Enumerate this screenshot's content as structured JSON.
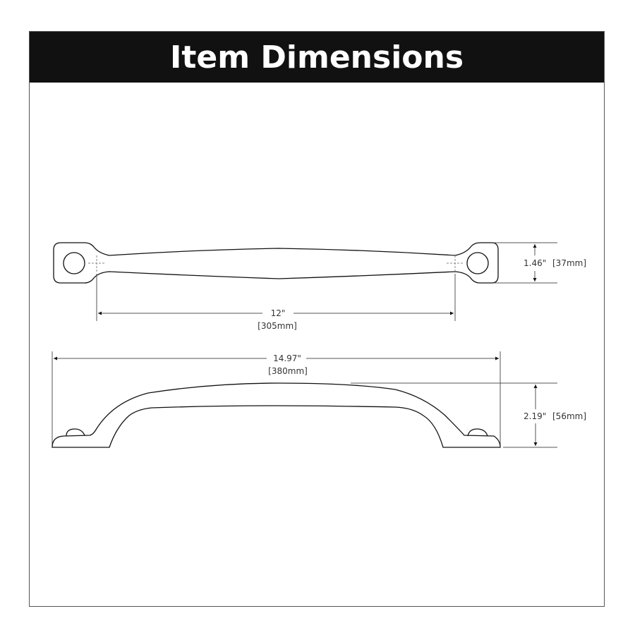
{
  "header": {
    "title": "Item Dimensions"
  },
  "top_view": {
    "height_dimension": {
      "inches": "1.46\"",
      "mm": "[37mm]"
    },
    "center_to_center_dimension": {
      "inches": "12\"",
      "mm": "[305mm]"
    }
  },
  "side_view": {
    "overall_length_dimension": {
      "inches": "14.97\"",
      "mm": "[380mm]"
    },
    "projection_dimension": {
      "inches": "2.19\"",
      "mm": "[56mm]"
    }
  },
  "colors": {
    "header_bg": "#111111",
    "header_text": "#ffffff",
    "line": "#111111",
    "dimension_line": "#555555"
  }
}
